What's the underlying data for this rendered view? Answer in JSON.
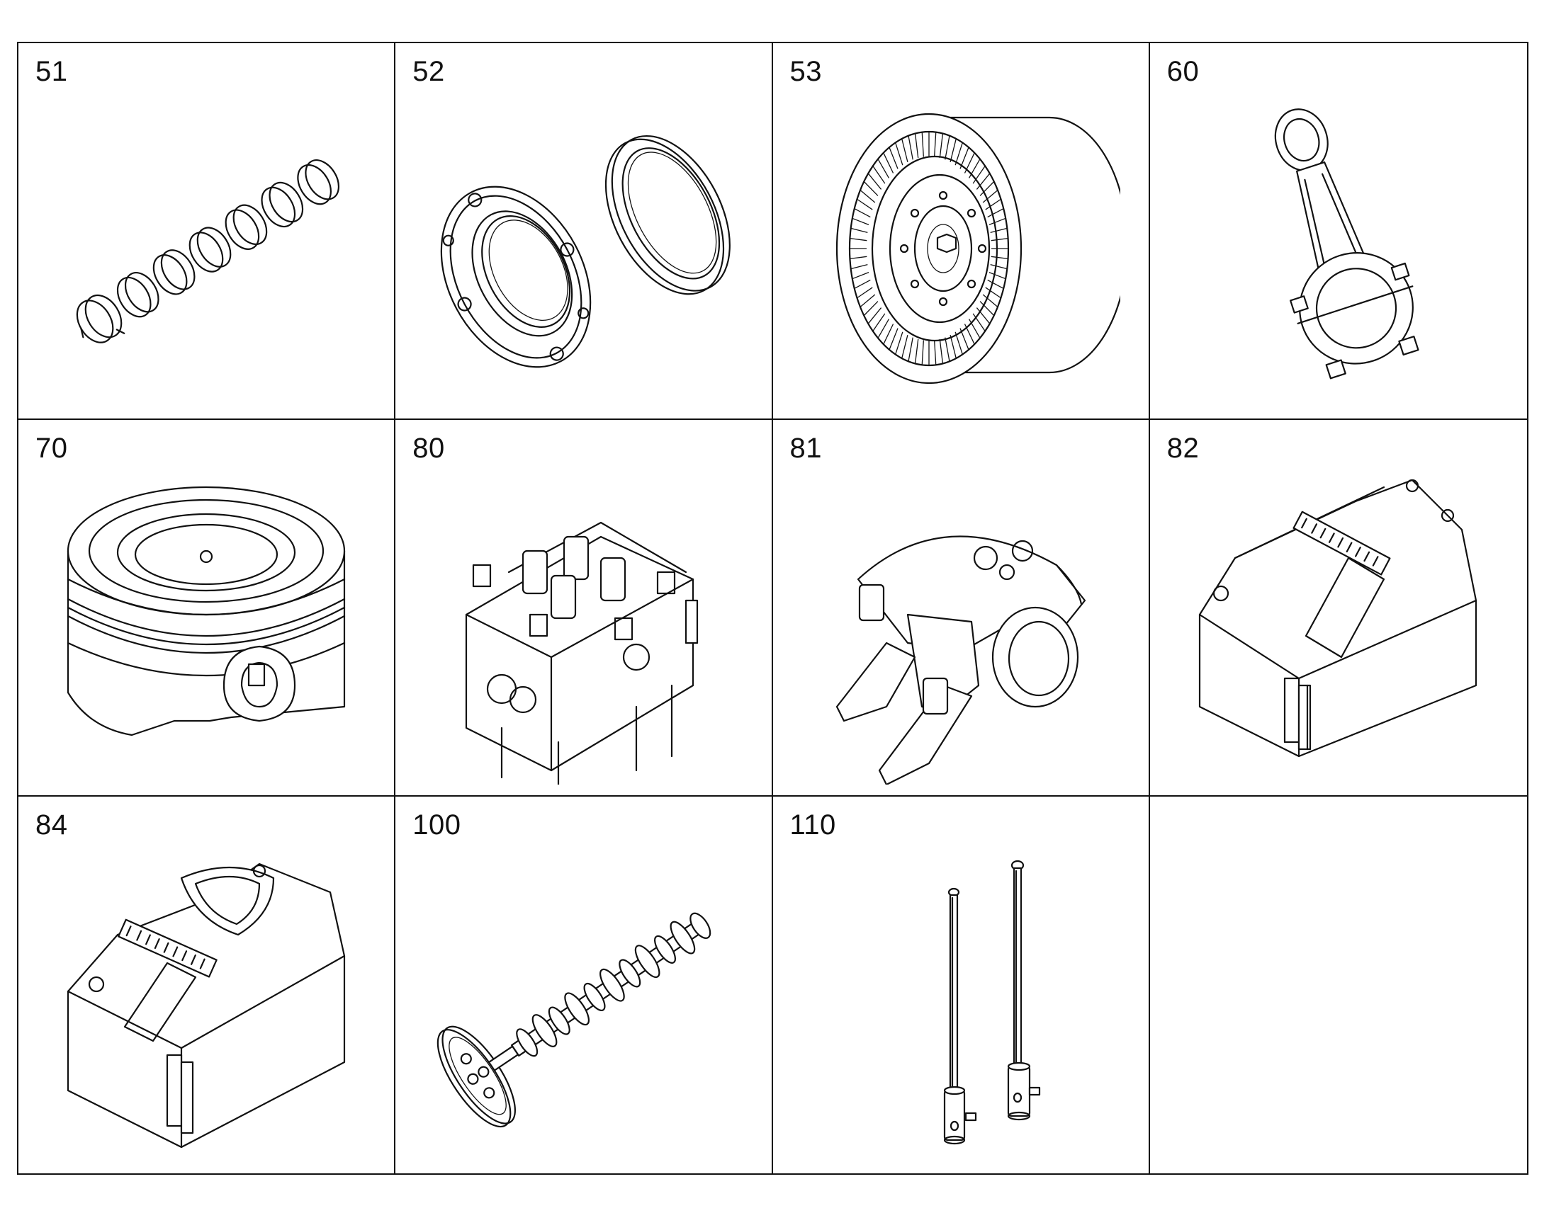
{
  "parts": [
    {
      "number": "51",
      "icon": "bearing-shells-set-icon"
    },
    {
      "number": "52",
      "icon": "seal-flange-and-shaft-seal-icon"
    },
    {
      "number": "53",
      "icon": "vibration-damper-icon"
    },
    {
      "number": "60",
      "icon": "connecting-rod-icon"
    },
    {
      "number": "70",
      "icon": "piston-icon"
    },
    {
      "number": "80",
      "icon": "cylinder-head-icon"
    },
    {
      "number": "81",
      "icon": "rocker-arm-bracket-icon"
    },
    {
      "number": "82",
      "icon": "valve-cover-icon"
    },
    {
      "number": "84",
      "icon": "valve-cover-with-gasket-icon"
    },
    {
      "number": "100",
      "icon": "camshaft-icon"
    },
    {
      "number": "110",
      "icon": "push-rods-icon"
    },
    {
      "number": "",
      "icon": ""
    }
  ]
}
